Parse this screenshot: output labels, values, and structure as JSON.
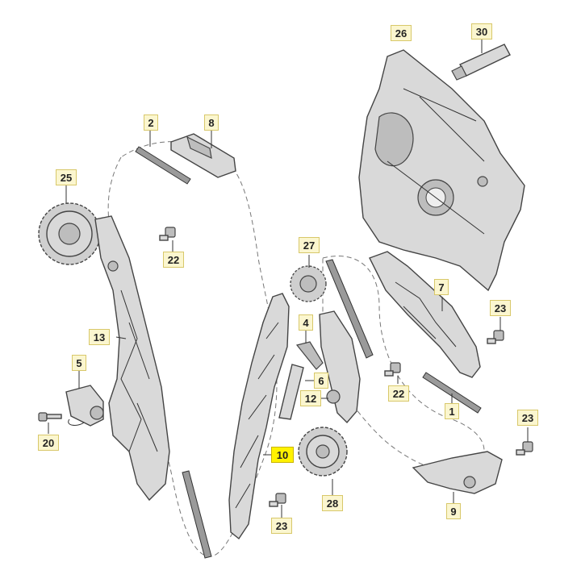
{
  "callouts": [
    {
      "id": "c26",
      "label": "26"
    },
    {
      "id": "c30",
      "label": "30"
    },
    {
      "id": "c2",
      "label": "2"
    },
    {
      "id": "c8",
      "label": "8"
    },
    {
      "id": "c25",
      "label": "25"
    },
    {
      "id": "c22a",
      "label": "22"
    },
    {
      "id": "c27",
      "label": "27"
    },
    {
      "id": "c7",
      "label": "7"
    },
    {
      "id": "c23a",
      "label": "23"
    },
    {
      "id": "c4",
      "label": "4"
    },
    {
      "id": "c13",
      "label": "13"
    },
    {
      "id": "c5",
      "label": "5"
    },
    {
      "id": "c6",
      "label": "6"
    },
    {
      "id": "c22b",
      "label": "22"
    },
    {
      "id": "c12",
      "label": "12"
    },
    {
      "id": "c1",
      "label": "1"
    },
    {
      "id": "c23b",
      "label": "23"
    },
    {
      "id": "c20",
      "label": "20"
    },
    {
      "id": "c10",
      "label": "10"
    },
    {
      "id": "c28",
      "label": "28"
    },
    {
      "id": "c9",
      "label": "9"
    },
    {
      "id": "c23c",
      "label": "23"
    }
  ]
}
